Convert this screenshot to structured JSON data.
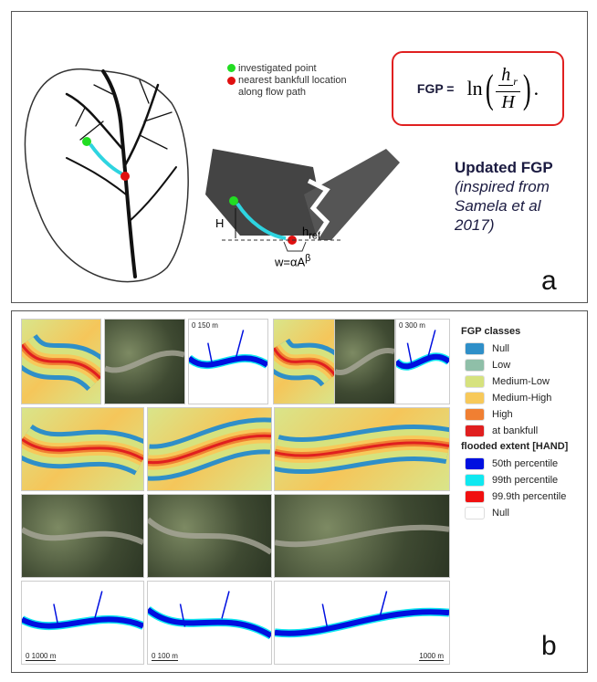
{
  "panel_a": {
    "legend": [
      {
        "label": "investigated point",
        "color": "#22dd22"
      },
      {
        "label": "nearest bankfull location along flow path",
        "color": "#e01010"
      }
    ],
    "formula": {
      "lhs": "FGP =",
      "fn": "ln",
      "numerator": "h",
      "numerator_sub": "r",
      "denominator": "H",
      "tail": "."
    },
    "diagram_labels": {
      "height": "H",
      "href": "h",
      "href_sub": "ref",
      "width_eq": "w=αA",
      "width_exp": "β"
    },
    "title": "Updated FGP",
    "subtitle_lines": [
      "(inspired from",
      "Samela et al",
      "2017)"
    ],
    "letter": "a"
  },
  "panel_b": {
    "scales": [
      "0   150 m",
      "0   300 m",
      "0     1000 m",
      "0   100 m",
      "1000 m"
    ],
    "legend": {
      "fgp_title": "FGP classes",
      "fgp": [
        {
          "label": "Null",
          "color": "#2f8fc8"
        },
        {
          "label": "Low",
          "color": "#8fbfa8"
        },
        {
          "label": "Medium-Low",
          "color": "#d6e27e"
        },
        {
          "label": "Medium-High",
          "color": "#f7c95a"
        },
        {
          "label": "High",
          "color": "#f07f32"
        },
        {
          "label": "at bankfull",
          "color": "#e01f1f"
        }
      ],
      "flood_title": "flooded extent [HAND]",
      "flood": [
        {
          "label": "50th percentile",
          "color": "#0010e0"
        },
        {
          "label": "99th percentile",
          "color": "#10e8f0"
        },
        {
          "label": "99.9th percentile",
          "color": "#f01010"
        },
        {
          "label": "Null",
          "color": "#ffffff"
        }
      ]
    },
    "letter": "b"
  }
}
